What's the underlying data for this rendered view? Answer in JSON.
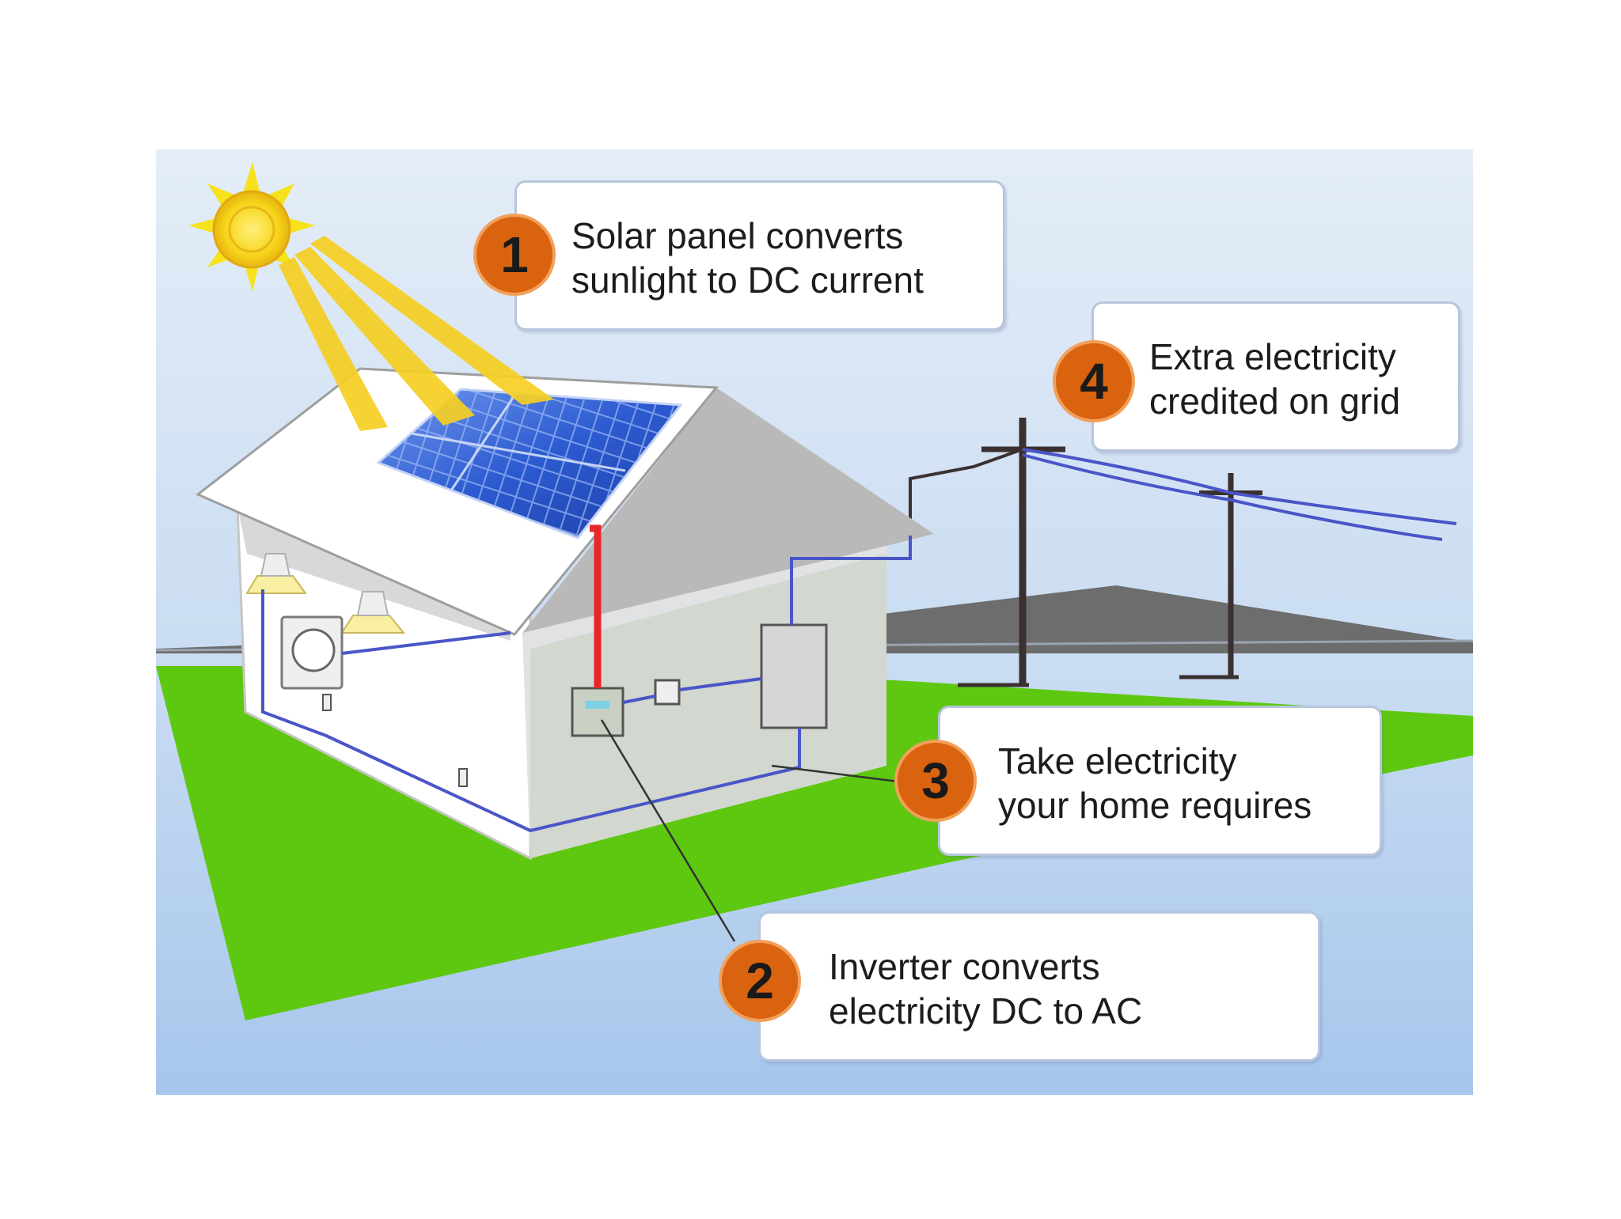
{
  "colors": {
    "sky_top": "#dde8f5",
    "sky_bottom": "#a9c7ec",
    "grass": "#5ec811",
    "hill": "#6c6c6c",
    "badge": "#d9630f",
    "panel": "#2f5fd0",
    "dc_wire": "#e6262b",
    "ac_wire": "#4a55c8",
    "sun": "#f6e21a"
  },
  "steps": [
    {
      "number": "1",
      "line1": "Solar panel converts",
      "line2": "sunlight to DC current"
    },
    {
      "number": "2",
      "line1": "Inverter converts",
      "line2": "electricity DC to AC"
    },
    {
      "number": "3",
      "line1": "Take electricity",
      "line2": "your home requires"
    },
    {
      "number": "4",
      "line1": "Extra electricity",
      "line2": "credited on grid"
    }
  ]
}
